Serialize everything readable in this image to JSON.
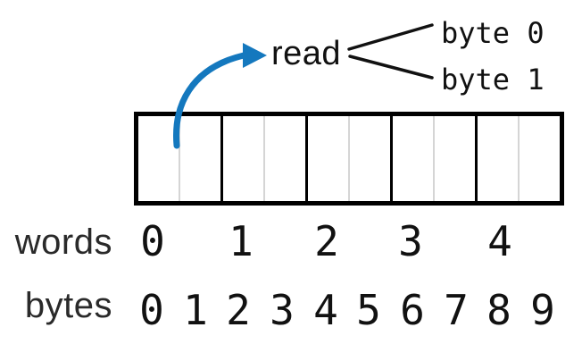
{
  "figure": {
    "read_label": "read",
    "branch_labels": [
      "byte 0",
      "byte 1"
    ],
    "words_label": "words",
    "bytes_label": "bytes",
    "word_numbers": [
      "0",
      "1",
      "2",
      "3",
      "4"
    ],
    "byte_numbers": [
      "0",
      "1",
      "2",
      "3",
      "4",
      "5",
      "6",
      "7",
      "8",
      "9"
    ],
    "memory": {
      "word_count": 5,
      "bytes_per_word": 2
    },
    "colors": {
      "arrow": "#1478be",
      "line": "#111111",
      "box_border": "#000000",
      "byte_divider": "#d5d5d5"
    }
  }
}
